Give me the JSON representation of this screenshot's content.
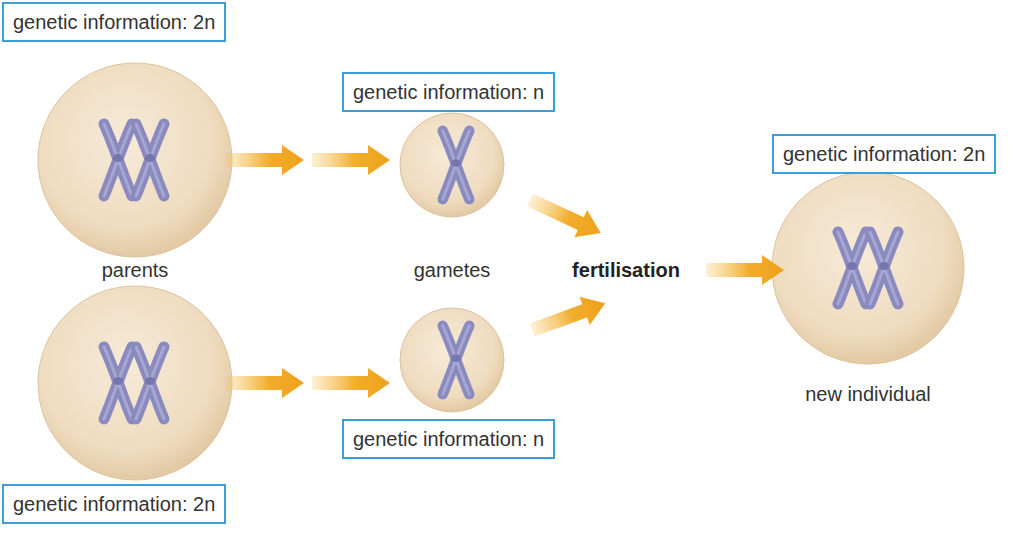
{
  "diagram": {
    "nodes": [
      {
        "text": [
          "genetic information: 2n"
        ]
      },
      {
        "text": [
          "genetic information: n"
        ]
      },
      {
        "text": [
          "genetic information: 2n"
        ]
      },
      {
        "text": [
          "genetic information: n"
        ]
      },
      {
        "text": [
          "genetic information: 2n"
        ]
      }
    ],
    "labels": [
      "parents",
      "gametes",
      "fertilisation",
      "new individual"
    ]
  }
}
